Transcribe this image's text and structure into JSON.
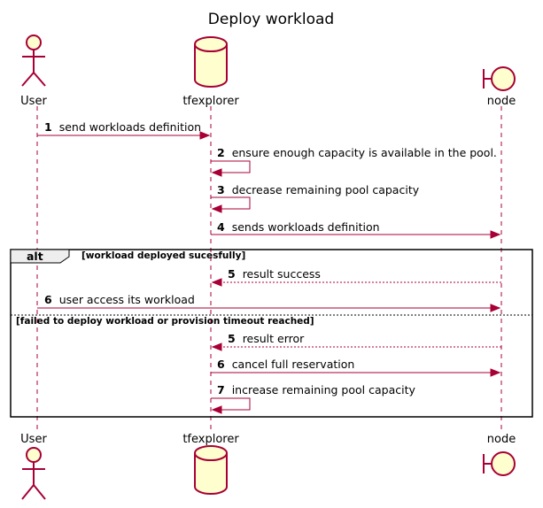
{
  "diagram": {
    "title": "Deploy workload",
    "participants": [
      {
        "id": "user",
        "name": "User",
        "kind": "actor"
      },
      {
        "id": "tfexplorer",
        "name": "tfexplorer",
        "kind": "database"
      },
      {
        "id": "node",
        "name": "node",
        "kind": "boundary"
      }
    ],
    "messages": [
      {
        "num": "1",
        "text": "send workloads definition",
        "from": "user",
        "to": "tfexplorer",
        "style": "solid"
      },
      {
        "num": "2",
        "text": "ensure enough capacity is available in the pool.",
        "from": "tfexplorer",
        "to": "tfexplorer",
        "style": "solid"
      },
      {
        "num": "3",
        "text": "decrease remaining pool capacity",
        "from": "tfexplorer",
        "to": "tfexplorer",
        "style": "solid"
      },
      {
        "num": "4",
        "text": "sends workloads definition",
        "from": "tfexplorer",
        "to": "node",
        "style": "solid"
      },
      {
        "num": "5",
        "text": "result success",
        "from": "node",
        "to": "tfexplorer",
        "style": "dashed"
      },
      {
        "num": "6",
        "text": "user access its workload",
        "from": "user",
        "to": "node",
        "style": "solid"
      },
      {
        "num": "5",
        "text": "result error",
        "from": "node",
        "to": "tfexplorer",
        "style": "dashed"
      },
      {
        "num": "6",
        "text": "cancel full reservation",
        "from": "tfexplorer",
        "to": "node",
        "style": "solid"
      },
      {
        "num": "7",
        "text": "increase remaining pool capacity",
        "from": "tfexplorer",
        "to": "tfexplorer",
        "style": "solid"
      }
    ],
    "fragment": {
      "keyword": "alt",
      "guard": "[workload deployed sucesfully]",
      "else_guard": "[failed to deploy workload or provision timeout reached]"
    },
    "colors": {
      "line": "#A80036",
      "participant_fill": "#FEFECE"
    }
  }
}
